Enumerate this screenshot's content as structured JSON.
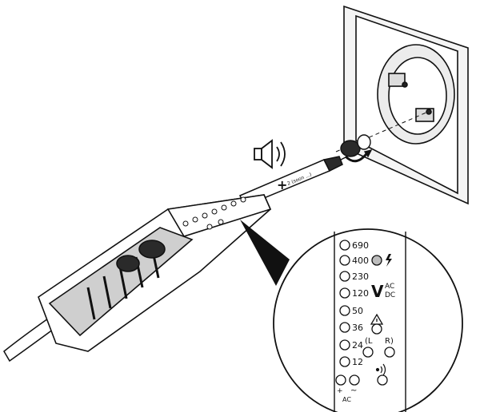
{
  "diagram": {
    "voltage_levels": [
      "690",
      "400",
      "230",
      "120",
      "50",
      "36",
      "24",
      "12"
    ],
    "volt_symbol": "V",
    "ac_label": "AC",
    "dc_label": "DC",
    "left_label": "(L",
    "right_label": "R)",
    "probe_text": "2 (soon ...)",
    "probe_plus": "+",
    "bottom_left_symbol": "+",
    "bottom_tilde": "~",
    "bottom_ac": "AC",
    "icons": {
      "speaker": "speaker-sound-icon",
      "warning": "warning-triangle-icon",
      "lightning": "lightning-icon",
      "buzzer": "buzzer-icon",
      "rotate": "rotate-arrow-icon"
    },
    "colors": {
      "ink": "#111111",
      "fill": "#ffffff",
      "shade": "#cfcfcf",
      "dark": "#2a2a2a"
    }
  }
}
